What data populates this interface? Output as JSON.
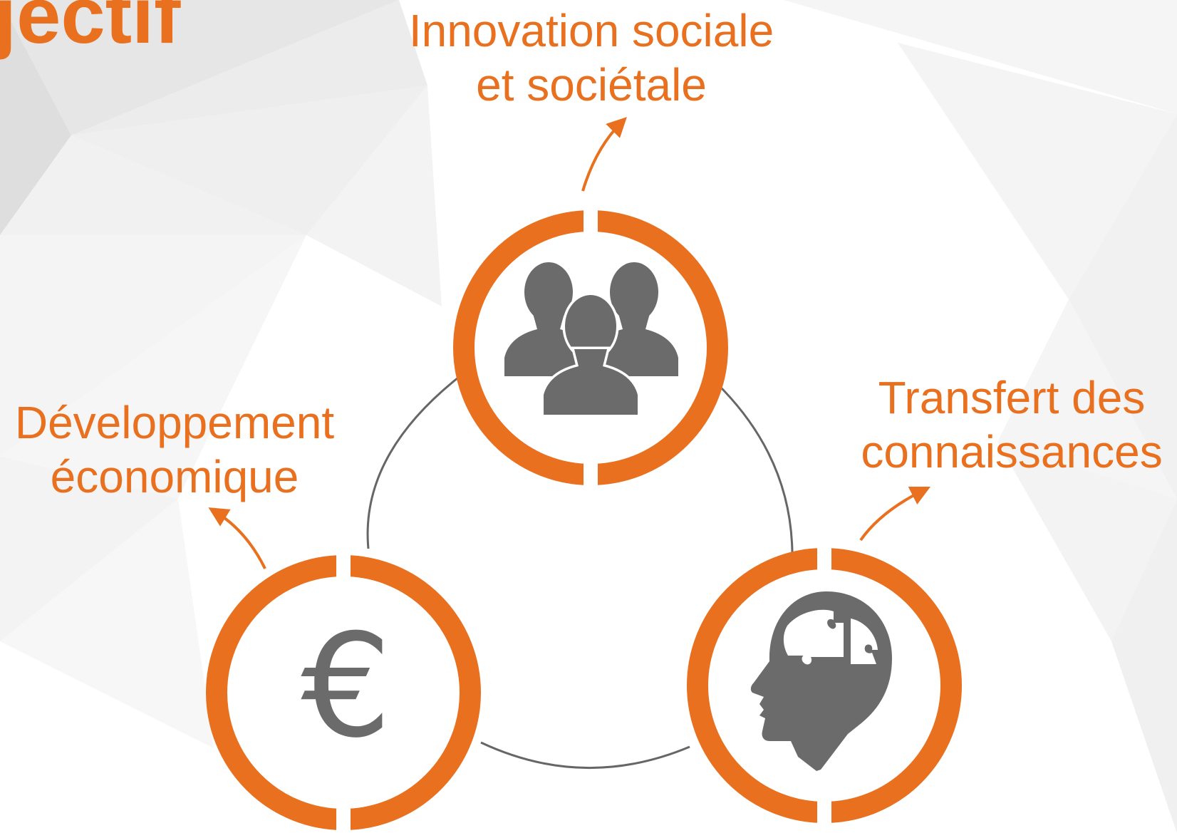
{
  "title": "jectif",
  "nodes": {
    "social": {
      "line1": "Innovation sociale",
      "line2": "et sociétale",
      "icon": "people-group-icon"
    },
    "economic": {
      "line1": "Développement",
      "line2": "économique",
      "icon": "euro-icon"
    },
    "knowledge": {
      "line1": "Transfert des",
      "line2": "connaissances",
      "icon": "head-puzzle-brain-icon"
    }
  },
  "colors": {
    "accent": "#e8701f",
    "icon": "#6b6b6b",
    "connector": "#666666",
    "background": "#ffffff"
  }
}
